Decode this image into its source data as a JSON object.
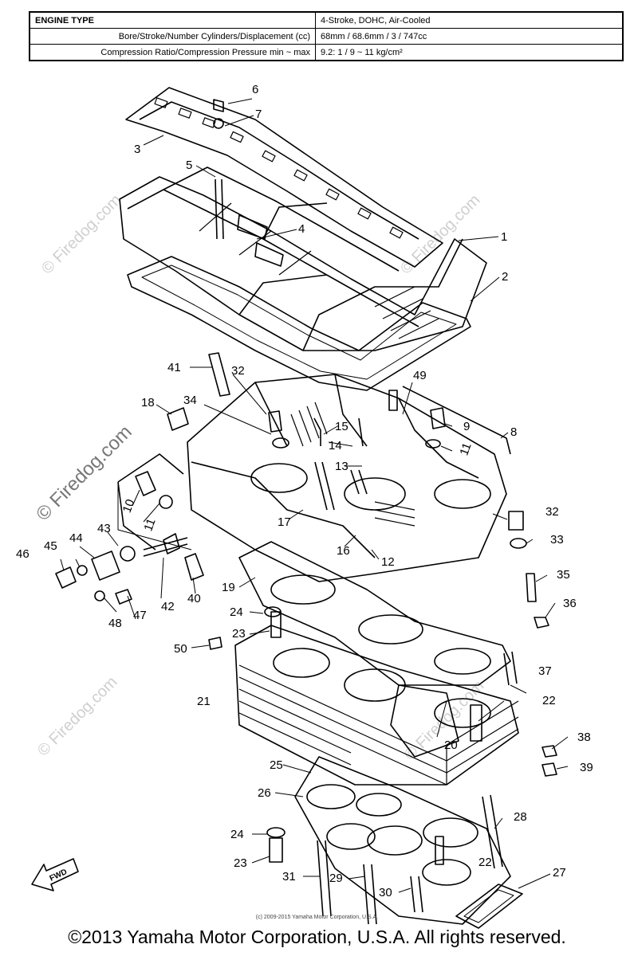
{
  "spec_table": {
    "rows": [
      {
        "label": "ENGINE TYPE",
        "value": "4-Stroke, DOHC, Air-Cooled"
      },
      {
        "label": "Bore/Stroke/Number Cylinders/Displacement (cc)",
        "value": "68mm / 68.6mm / 3 / 747cc"
      },
      {
        "label": "Compression Ratio/Compression Pressure min ~ max",
        "value": "9.2: 1 / 9 ~ 11 kg/cm²"
      }
    ]
  },
  "callouts": [
    "1",
    "2",
    "3",
    "4",
    "5",
    "6",
    "7",
    "8",
    "9",
    "10",
    "11",
    "11",
    "12",
    "13",
    "14",
    "15",
    "16",
    "17",
    "18",
    "19",
    "20",
    "21",
    "22",
    "22",
    "23",
    "23",
    "24",
    "24",
    "25",
    "26",
    "27",
    "28",
    "29",
    "30",
    "31",
    "32",
    "32",
    "33",
    "34",
    "35",
    "36",
    "37",
    "38",
    "39",
    "40",
    "41",
    "42",
    "43",
    "44",
    "45",
    "46",
    "47",
    "48",
    "49",
    "50"
  ],
  "fwd_label": "FWD",
  "watermark": "© Firedog.com",
  "small_credit": "(c) 2009-2015 Yamaha Motor Corporation, U.S.A.",
  "copyright": "©2013 Yamaha Motor Corporation, U.S.A. All rights reserved."
}
